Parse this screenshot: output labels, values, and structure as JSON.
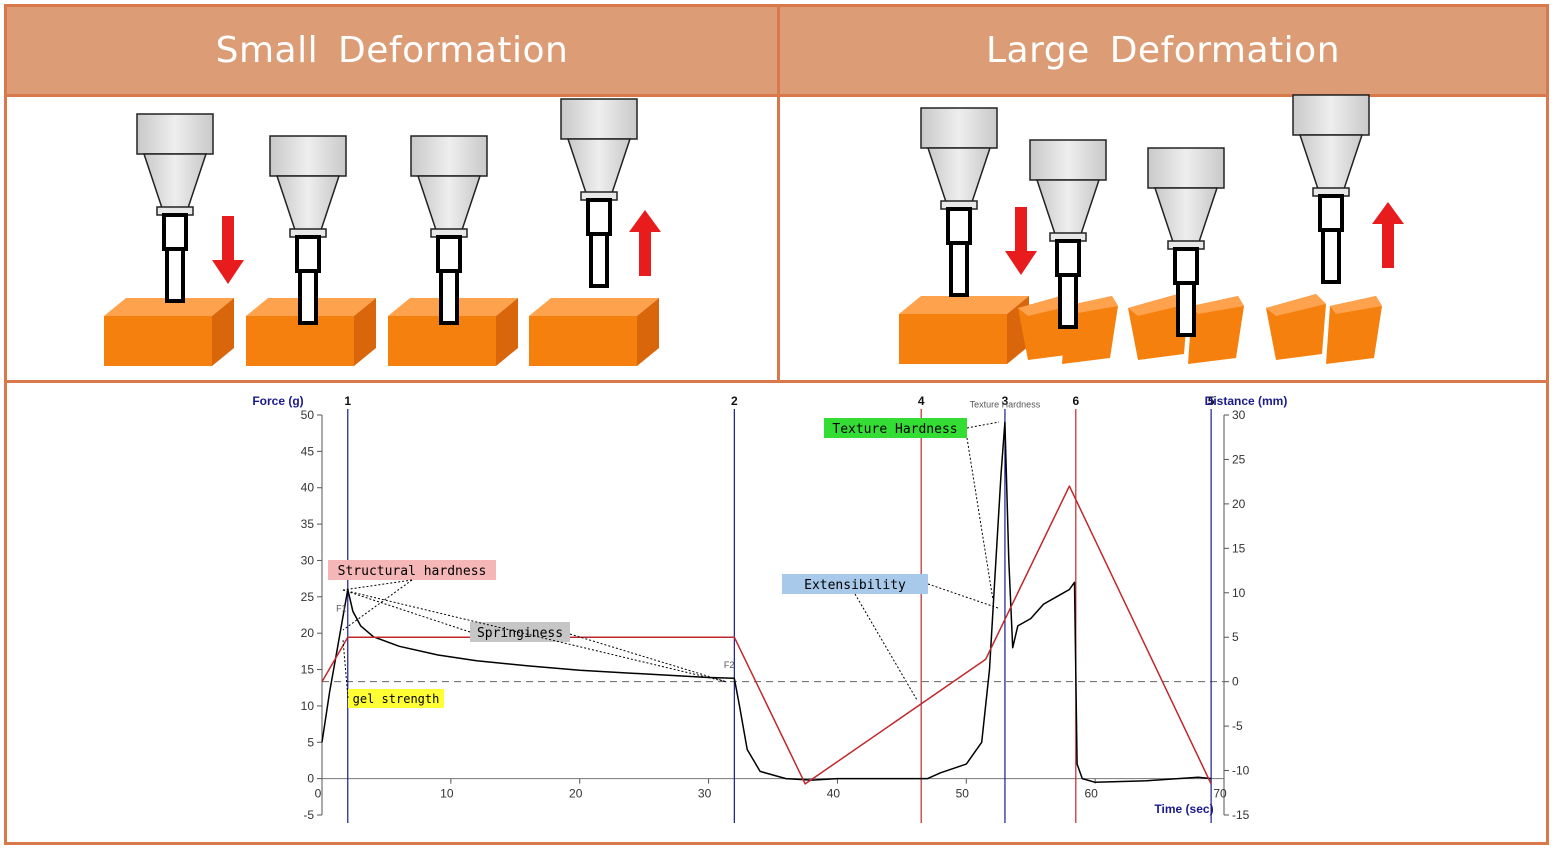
{
  "header": {
    "left_title": "Small  Deformation",
    "right_title": "Large  Deformation"
  },
  "colors": {
    "border": "#d9784b",
    "header_bg": "#dc9d76",
    "block": "#f5800e",
    "arrow": "#e81c1c",
    "force_curve": "#000000",
    "distance_curve": "#c0282d",
    "marker_blue": "#1a1a8c",
    "marker_red": "#c0282d"
  },
  "chart_data": {
    "type": "line",
    "x_axis": {
      "label": "Time (sec)",
      "min": 0,
      "max": 70,
      "ticks": [
        0,
        10,
        20,
        30,
        40,
        50,
        60,
        70
      ]
    },
    "y_left": {
      "label": "Force (g)",
      "min": -5,
      "max": 50,
      "ticks": [
        -5,
        0,
        5,
        10,
        15,
        20,
        25,
        30,
        35,
        40,
        45,
        50
      ]
    },
    "y_right": {
      "label": "Distance (mm)",
      "min": -15,
      "max": 30,
      "ticks": [
        -15,
        -10,
        -5,
        0,
        5,
        10,
        15,
        20,
        25,
        30
      ]
    },
    "markers": [
      {
        "label": "1",
        "x": 2.0,
        "color": "blue"
      },
      {
        "label": "2",
        "x": 32.0,
        "color": "blue"
      },
      {
        "label": "4",
        "x": 46.5,
        "color": "red"
      },
      {
        "label": "3",
        "x": 53.0,
        "color": "blue"
      },
      {
        "label": "6",
        "x": 58.5,
        "color": "red"
      },
      {
        "label": "5",
        "x": 69.0,
        "color": "blue"
      }
    ],
    "point_labels": [
      {
        "text": "F1",
        "x": 1.5,
        "y": 23
      },
      {
        "text": "F2",
        "x": 31.6,
        "y": 15.2
      },
      {
        "text": "Texture Hardness",
        "x": 53.0,
        "y": 51
      }
    ],
    "series": [
      {
        "axis": "left",
        "x": [
          0,
          0.6,
          1.2,
          1.7,
          2.0,
          2.4,
          3.0,
          4.0,
          6.0,
          9.0,
          12.0,
          16.0,
          20.0,
          25.0,
          30.0,
          32.0,
          32.4,
          33.0,
          34.0,
          36.0,
          38.0,
          40.0,
          44.0,
          47.0,
          48.0,
          50.0,
          51.2,
          51.8,
          52.3,
          52.7,
          53.0,
          53.3,
          53.6,
          54.0,
          55.0,
          56.0,
          57.0,
          58.0,
          58.4,
          58.6,
          59.0,
          60.0,
          64.0,
          68.0,
          69.0
        ],
        "y": [
          5,
          12,
          18,
          23,
          26,
          23,
          21,
          19.5,
          18.2,
          17,
          16.2,
          15.5,
          14.9,
          14.4,
          13.9,
          13.8,
          10,
          4,
          1,
          0,
          -0.2,
          0,
          0,
          0,
          0.8,
          2,
          5,
          15,
          30,
          42,
          49,
          30,
          18,
          21,
          22,
          24,
          25,
          26,
          27,
          2,
          0,
          -0.5,
          -0.3,
          0.2,
          0
        ]
      },
      {
        "axis": "right",
        "x": [
          0,
          2.0,
          32.0,
          37.5,
          51.5,
          58.0,
          69.0
        ],
        "y": [
          0,
          5,
          5,
          -11.5,
          2.5,
          22,
          -11.5
        ]
      }
    ],
    "annotations": [
      {
        "text": "Structural  hardness",
        "bg": "#f4b6b6"
      },
      {
        "text": "Springiness",
        "bg": "#c6c6c6"
      },
      {
        "text": "gel  strength",
        "bg": "#ffff33"
      },
      {
        "text": "Texture  Hardness",
        "bg": "#33dd33"
      },
      {
        "text": "Extensibility",
        "bg": "#a9c9ea"
      }
    ]
  }
}
